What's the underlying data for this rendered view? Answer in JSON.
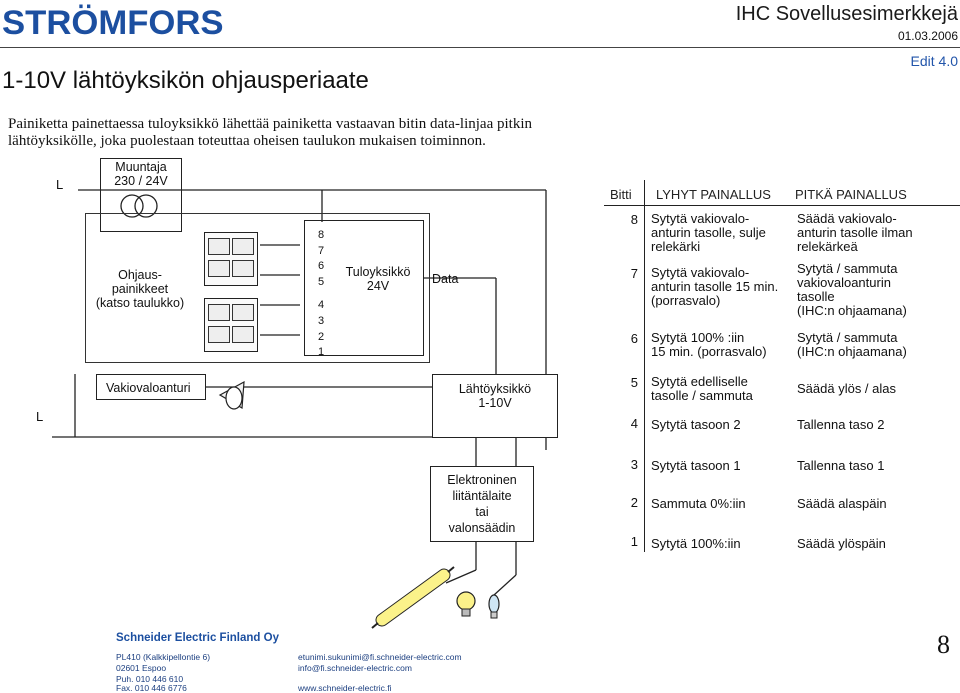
{
  "header": {
    "logo": "STRÖMFORS",
    "doc_title": "IHC Sovellusesimerkkejä",
    "date": "01.03.2006",
    "edit": "Edit 4.0"
  },
  "page_title": "1-10V lähtöyksikön ohjausperiaate",
  "intro": "Painiketta painettaessa tuloyksikkö lähettää painiketta vastaavan bitin data-linjaa pitkin lähtöyksikölle, joka puolestaan toteuttaa oheisen taulukon mukaisen toiminnon.",
  "diagram": {
    "label_l_top": "L",
    "label_l_bottom": "L",
    "transformer": "Muuntaja\n230 / 24V",
    "buttons_label": "Ohjaus-\npainikkeet\n(katso taulukko)",
    "bit_numbers": [
      "8",
      "7",
      "6",
      "5",
      "4",
      "3",
      "2",
      "1"
    ],
    "input_unit": "Tuloyksikkö\n24V",
    "data_label": "Data",
    "sensor": "Vakiovaloanturi",
    "output_unit": "Lähtöyksikkö\n1-10V",
    "electronic": "Elektroninen\nliitäntälaite\ntai\nvalonsäädin"
  },
  "table": {
    "headers": {
      "bit": "Bitti",
      "short": "LYHYT PAINALLUS",
      "long": "PITKÄ PAINALLUS"
    },
    "rows": [
      {
        "bit": "8",
        "short": "Sytytä vakiovalo-\nanturin tasolle, sulje\nrelekärki",
        "long": "Säädä vakiovalo-\nanturin tasolle ilman\nrelekärkeä"
      },
      {
        "bit": "7",
        "short": "Sytytä vakiovalo-\nanturin tasolle 15 min.\n(porrasvalo)",
        "long": "Sytytä / sammuta\nvakiovaloanturin\ntasolle\n(IHC:n ohjaamana)"
      },
      {
        "bit": "6",
        "short": "Sytytä 100% :iin\n15 min. (porrasvalo)",
        "long": "Sytytä / sammuta\n(IHC:n ohjaamana)"
      },
      {
        "bit": "5",
        "short": "Sytytä edelliselle\ntasolle / sammuta",
        "long": "Säädä ylös / alas"
      },
      {
        "bit": "4",
        "short": "Sytytä tasoon 2",
        "long": "Tallenna taso 2"
      },
      {
        "bit": "3",
        "short": "Sytytä tasoon 1",
        "long": "Tallenna taso 1"
      },
      {
        "bit": "2",
        "short": "Sammuta 0%:iin",
        "long": "Säädä alaspäin"
      },
      {
        "bit": "1",
        "short": "Sytytä 100%:iin",
        "long": "Säädä ylöspäin"
      }
    ]
  },
  "footer": {
    "company": "Schneider Electric Finland Oy",
    "address1": "PL410 (Kalkkipellontie 6)",
    "address2": "02601 Espoo",
    "phone": "Puh.  010 446 610",
    "fax": "Fax.  010 446 6776",
    "email1": "etunimi.sukunimi@fi.schneider-electric.com",
    "email2": "info@fi.schneider-electric.com",
    "web": "www.schneider-electric.fi",
    "page_number": "8"
  },
  "colors": {
    "brand": "#1c4fa0",
    "text": "#111111",
    "line": "#222222"
  }
}
